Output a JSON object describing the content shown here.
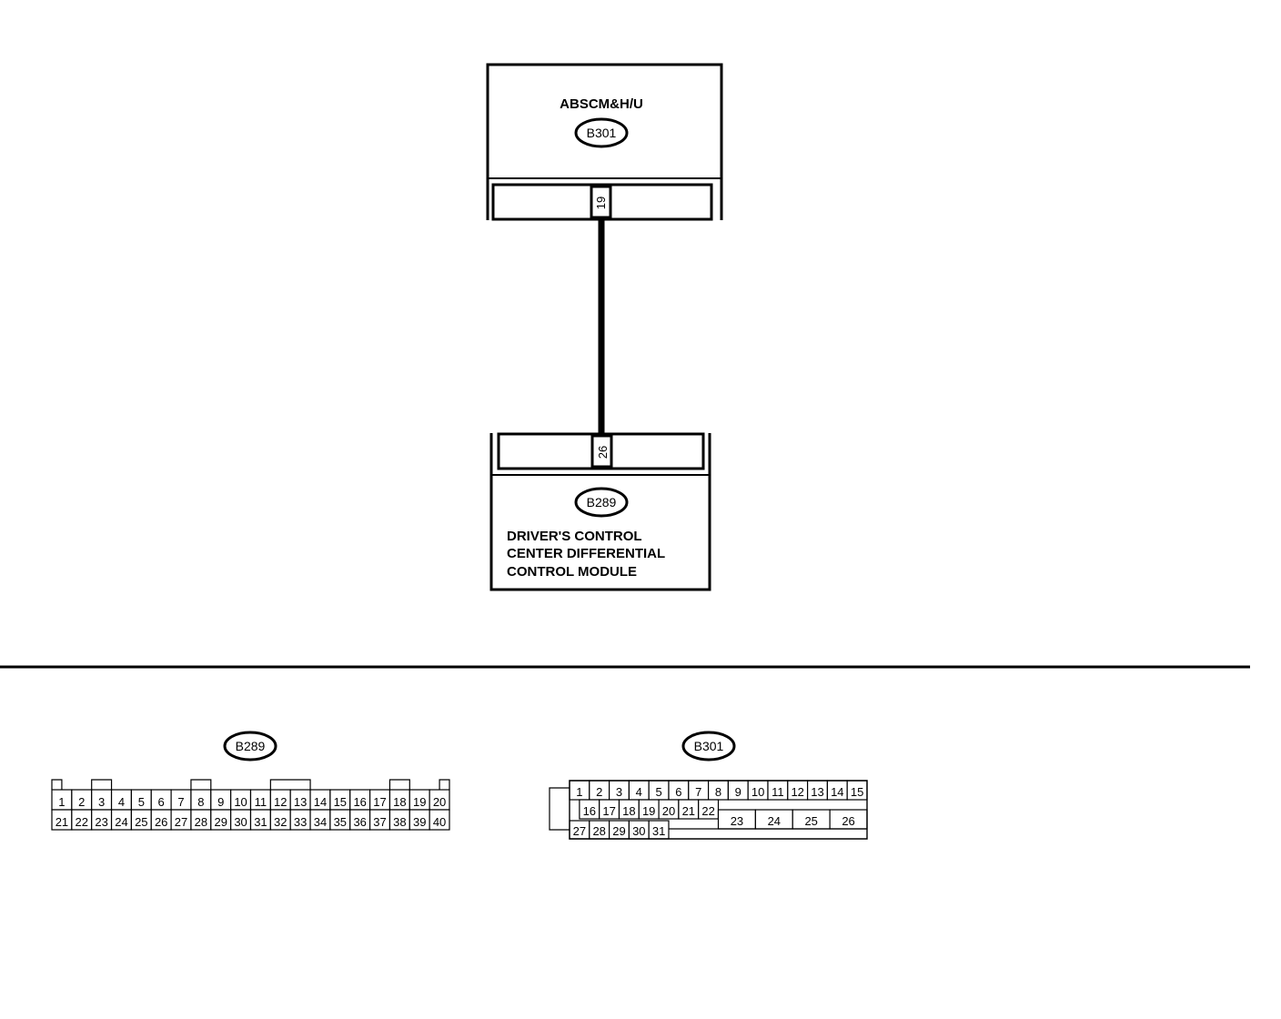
{
  "modules": {
    "abs": {
      "name": "ABSCM&H/U",
      "connector": "B301",
      "pin": "19"
    },
    "dccd": {
      "connector": "B289",
      "pin": "26",
      "name_lines": [
        "DRIVER'S CONTROL",
        "CENTER DIFFERENTIAL",
        "CONTROL MODULE"
      ]
    }
  },
  "connector_views": {
    "b289": {
      "label": "B289",
      "row1": [
        "1",
        "2",
        "3",
        "4",
        "5",
        "6",
        "7",
        "8",
        "9",
        "10",
        "11",
        "12",
        "13",
        "14",
        "15",
        "16",
        "17",
        "18",
        "19",
        "20"
      ],
      "row2": [
        "21",
        "22",
        "23",
        "24",
        "25",
        "26",
        "27",
        "28",
        "29",
        "30",
        "31",
        "32",
        "33",
        "34",
        "35",
        "36",
        "37",
        "38",
        "39",
        "40"
      ]
    },
    "b301": {
      "label": "B301",
      "row1": [
        "1",
        "2",
        "3",
        "4",
        "5",
        "6",
        "7",
        "8",
        "9",
        "10",
        "11",
        "12",
        "13",
        "14",
        "15"
      ],
      "row2": [
        "16",
        "17",
        "18",
        "19",
        "20",
        "21",
        "22"
      ],
      "row2_wide": [
        "23",
        "24",
        "25",
        "26"
      ],
      "row3": [
        "27",
        "28",
        "29",
        "30",
        "31"
      ]
    }
  }
}
